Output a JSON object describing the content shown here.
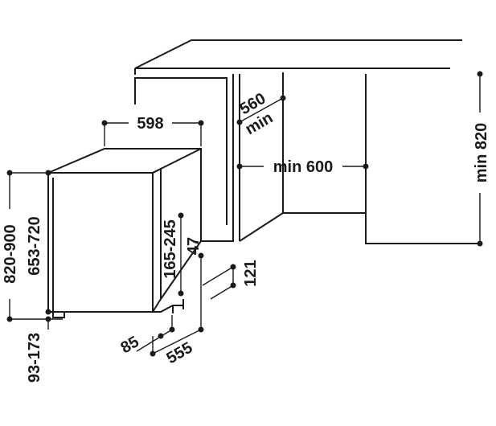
{
  "dimensions": {
    "width_598": "598",
    "depth_560": "560",
    "depth_min": "min",
    "niche_width": "min 600",
    "niche_height": "min 820",
    "height_range": "820-900",
    "body_height": "653-720",
    "plinth_height": "93-173",
    "door_offset": "165-245",
    "gap_47": "47",
    "plinth_121": "121",
    "foot_85": "85",
    "depth_555": "555"
  }
}
